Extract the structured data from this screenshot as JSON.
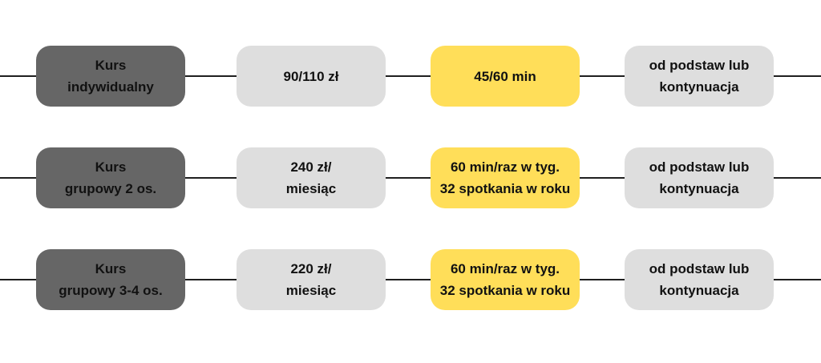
{
  "colors": {
    "course_box": "#666666",
    "info_box": "#dedede",
    "highlight_box": "#ffde59",
    "connector": "#1f1f1f"
  },
  "rows": [
    {
      "course": "Kurs\nindywidualny",
      "price": "90/110 zł",
      "duration": "45/60 min",
      "level": "od podstaw lub\nkontynuacja"
    },
    {
      "course": "Kurs\ngrupowy 2 os.",
      "price": "240 zł/\nmiesiąc",
      "duration": "60 min/raz w tyg.\n32 spotkania w roku",
      "level": "od podstaw lub\nkontynuacja"
    },
    {
      "course": "Kurs\ngrupowy 3-4 os.",
      "price": "220 zł/\nmiesiąc",
      "duration": "60 min/raz w tyg.\n32 spotkania w roku",
      "level": "od podstaw lub\nkontynuacja"
    }
  ]
}
